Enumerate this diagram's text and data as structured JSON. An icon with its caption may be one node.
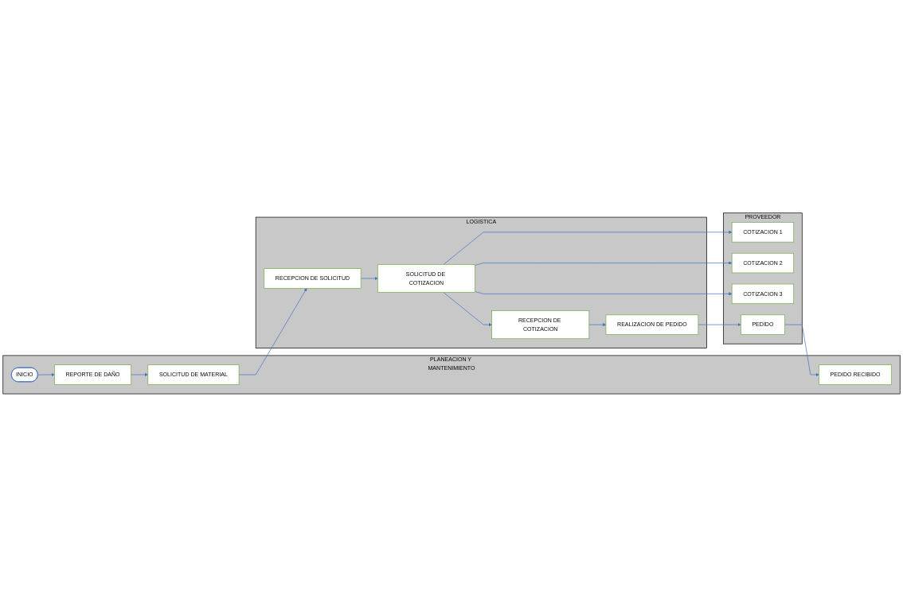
{
  "diagram": {
    "nodes": [
      {
        "text": [
          "PLANEACION Y MANTENIMIENTO"
        ]
      },
      {
        "text": [
          "LOGISTICA"
        ]
      },
      {
        "text": [
          "PROVEEDOR"
        ]
      },
      {
        "text": [
          "INICIO"
        ],
        "in": 0
      },
      {
        "text": [
          "REPORTE DE DAÑO"
        ],
        "in": 0
      },
      {
        "text": [
          "SOLICITUD DE MATERIAL"
        ],
        "in": 0
      },
      {
        "text": [
          "PEDIDO RECIBIDO"
        ],
        "in": 0
      },
      {
        "text": [
          "RECEPCION DE SOLICITUD"
        ],
        "in": 1
      },
      {
        "text": [
          "SOLICITUD DE COTIZACION"
        ],
        "in": 1
      },
      {
        "text": [
          "RECEPCION DE COTIZACION"
        ],
        "in": 1
      },
      {
        "text": [
          "REALIZACION DE PEDIDO"
        ],
        "in": 1
      },
      {
        "text": [
          "COTIZACION 1"
        ],
        "in": 2
      },
      {
        "text": [
          "COTIZACION 2"
        ],
        "in": 2
      },
      {
        "text": [
          "COTIZACION 3"
        ],
        "in": 2
      },
      {
        "text": [
          "PEDIDO"
        ],
        "in": 2
      }
    ],
    "edges": [
      {
        "from": 3,
        "to": 4,
        "arrow": "to"
      },
      {
        "from": 4,
        "to": 5,
        "arrow": "to"
      },
      {
        "from": 5,
        "to": 7,
        "arrow": "to"
      },
      {
        "from": 7,
        "to": 8,
        "arrow": "to"
      },
      {
        "from": 8,
        "to": 11,
        "arrow": "to"
      },
      {
        "from": 8,
        "to": 12,
        "arrow": "to"
      },
      {
        "from": 8,
        "to": 13,
        "arrow": "to"
      },
      {
        "from": 8,
        "to": 9,
        "arrow": "to"
      },
      {
        "from": 9,
        "to": 10,
        "arrow": "to"
      },
      {
        "from": 10,
        "to": 14,
        "arrow": "to"
      },
      {
        "from": 14,
        "to": 6,
        "arrow": "to"
      }
    ]
  }
}
